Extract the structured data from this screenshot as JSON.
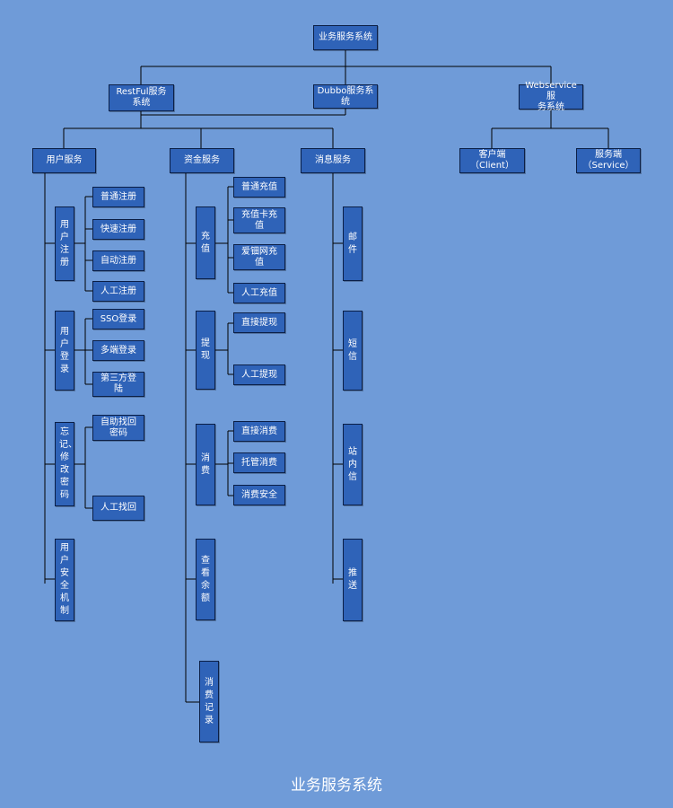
{
  "title": "业务服务系统",
  "nodes": {
    "root": "业务服务系统",
    "restful": "RestFul服务\n系统",
    "dubbo": "Dubbo服务系\n统",
    "webservice": "Webservice服\n务系统",
    "client": "客户端\n（Client）",
    "service": "服务端\n（Service）",
    "user_service": "用户服务",
    "fund_service": "资金服务",
    "message_service": "消息服务",
    "user_register": "用户注册",
    "reg_normal": "普通注册",
    "reg_fast": "快速注册",
    "reg_auto": "自动注册",
    "reg_manual": "人工注册",
    "user_login": "用户登录",
    "login_sso": "SSO登录",
    "login_multi": "多端登录",
    "login_third": "第三方登\n陆",
    "pwd": "忘记、修改密码",
    "pwd_self": "自助找回\n密码",
    "pwd_manual": "人工找回",
    "user_security": "用户安全机制",
    "recharge": "充值",
    "rc_normal": "普通充值",
    "rc_card": "充值卡充\n值",
    "rc_aiduo": "爱钿网充\n值",
    "rc_manual": "人工充值",
    "withdraw": "提现",
    "wd_direct": "直接提现",
    "wd_manual": "人工提现",
    "consume": "消费",
    "cs_direct": "直接消费",
    "cs_trust": "托管消费",
    "cs_safe": "消费安全",
    "balance": "查看余额",
    "consume_record": "消费记录",
    "mail": "邮件",
    "sms": "短信",
    "inbox": "站内信",
    "push": "推送"
  }
}
